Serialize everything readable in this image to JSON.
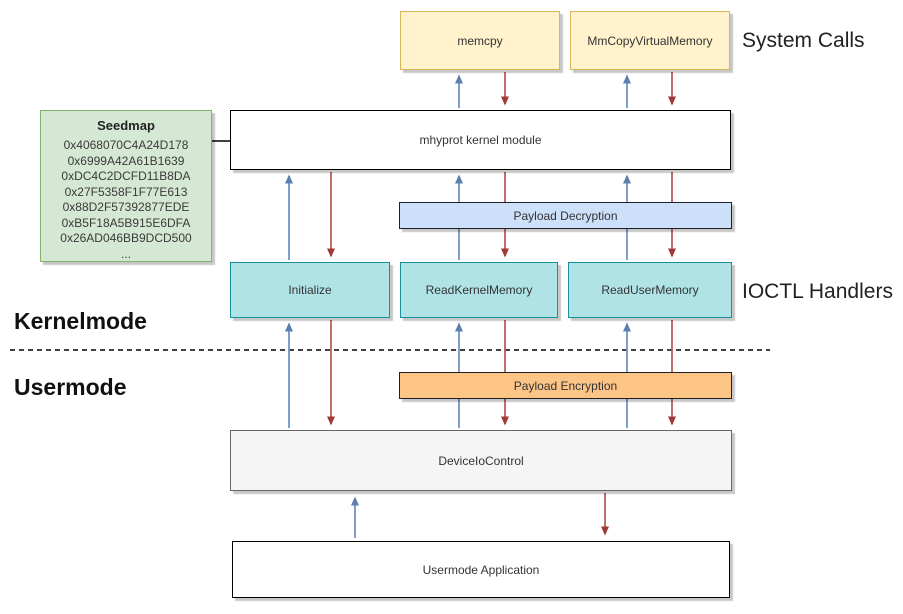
{
  "diagram": {
    "nodes": {
      "memcpy": {
        "label": "memcpy"
      },
      "mm_copy_virtual_memory": {
        "label": "MmCopyVirtualMemory"
      },
      "mhyprot_kernel_module": {
        "label": "mhyprot kernel module"
      },
      "payload_decryption": {
        "label": "Payload Decryption"
      },
      "initialize": {
        "label": "Initialize"
      },
      "read_kernel_memory": {
        "label": "ReadKernelMemory"
      },
      "read_user_memory": {
        "label": "ReadUserMemory"
      },
      "payload_encryption": {
        "label": "Payload Encryption"
      },
      "device_io_control": {
        "label": "DeviceIoControl"
      },
      "usermode_application": {
        "label": "Usermode Application"
      }
    },
    "seedmap": {
      "title": "Seedmap",
      "entries": [
        "0x4068070C4A24D178",
        "0x6999A42A61B1639",
        "0xDC4C2DCFD11B8DA",
        "0x27F5358F1F77E613",
        "0x88D2F57392877EDE",
        "0xB5F18A5B915E6DFA",
        "0x26AD046BB9DCD500",
        "..."
      ]
    },
    "annotations": {
      "system_calls": "System Calls",
      "ioctl_handlers": "IOCTL Handlers",
      "kernelmode": "Kernelmode",
      "usermode": "Usermode"
    },
    "colors": {
      "syscall_fill": "#fff2cc",
      "syscall_border": "#d6b656",
      "seedmap_fill": "#d5e8d4",
      "seedmap_border": "#82b366",
      "decryption_fill": "#cce0fa",
      "ioctl_fill": "#b0e3e6",
      "ioctl_border": "#17919b",
      "encryption_fill": "#fcc485",
      "devicecontrol_fill": "#f5f5f5",
      "arrow_up": "#6c8ebf",
      "arrow_down": "#b85450"
    }
  }
}
